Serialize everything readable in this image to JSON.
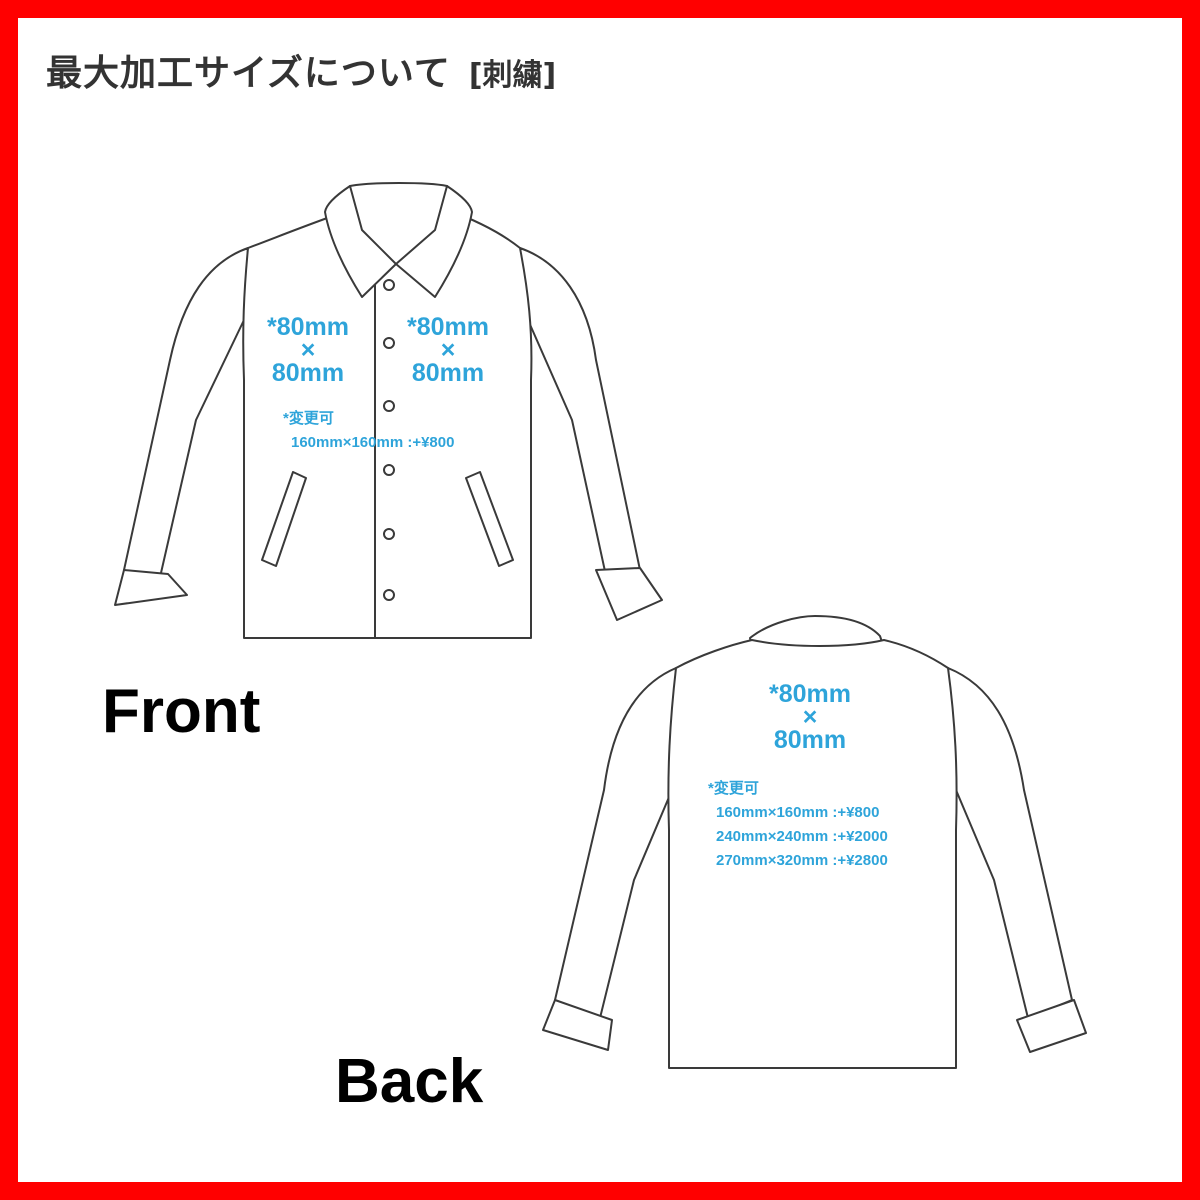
{
  "title": {
    "main": "最大加工サイズについて",
    "tag": "[刺繍]"
  },
  "colors": {
    "frame": "#ff0000",
    "accent_text": "#2ea4da",
    "outline": "#333333"
  },
  "front": {
    "label": "Front",
    "left_chest": {
      "line1": "*80mm",
      "line2": "×",
      "line3": "80mm"
    },
    "right_chest": {
      "line1": "*80mm",
      "line2": "×",
      "line3": "80mm"
    },
    "note": {
      "heading": "*変更可",
      "options": [
        "160mm×160mm :+¥800"
      ]
    }
  },
  "back": {
    "label": "Back",
    "center": {
      "line1": "*80mm",
      "line2": "×",
      "line3": "80mm"
    },
    "note": {
      "heading": "*変更可",
      "options": [
        "160mm×160mm :+¥800",
        "240mm×240mm :+¥2000",
        "270mm×320mm :+¥2800"
      ]
    }
  }
}
